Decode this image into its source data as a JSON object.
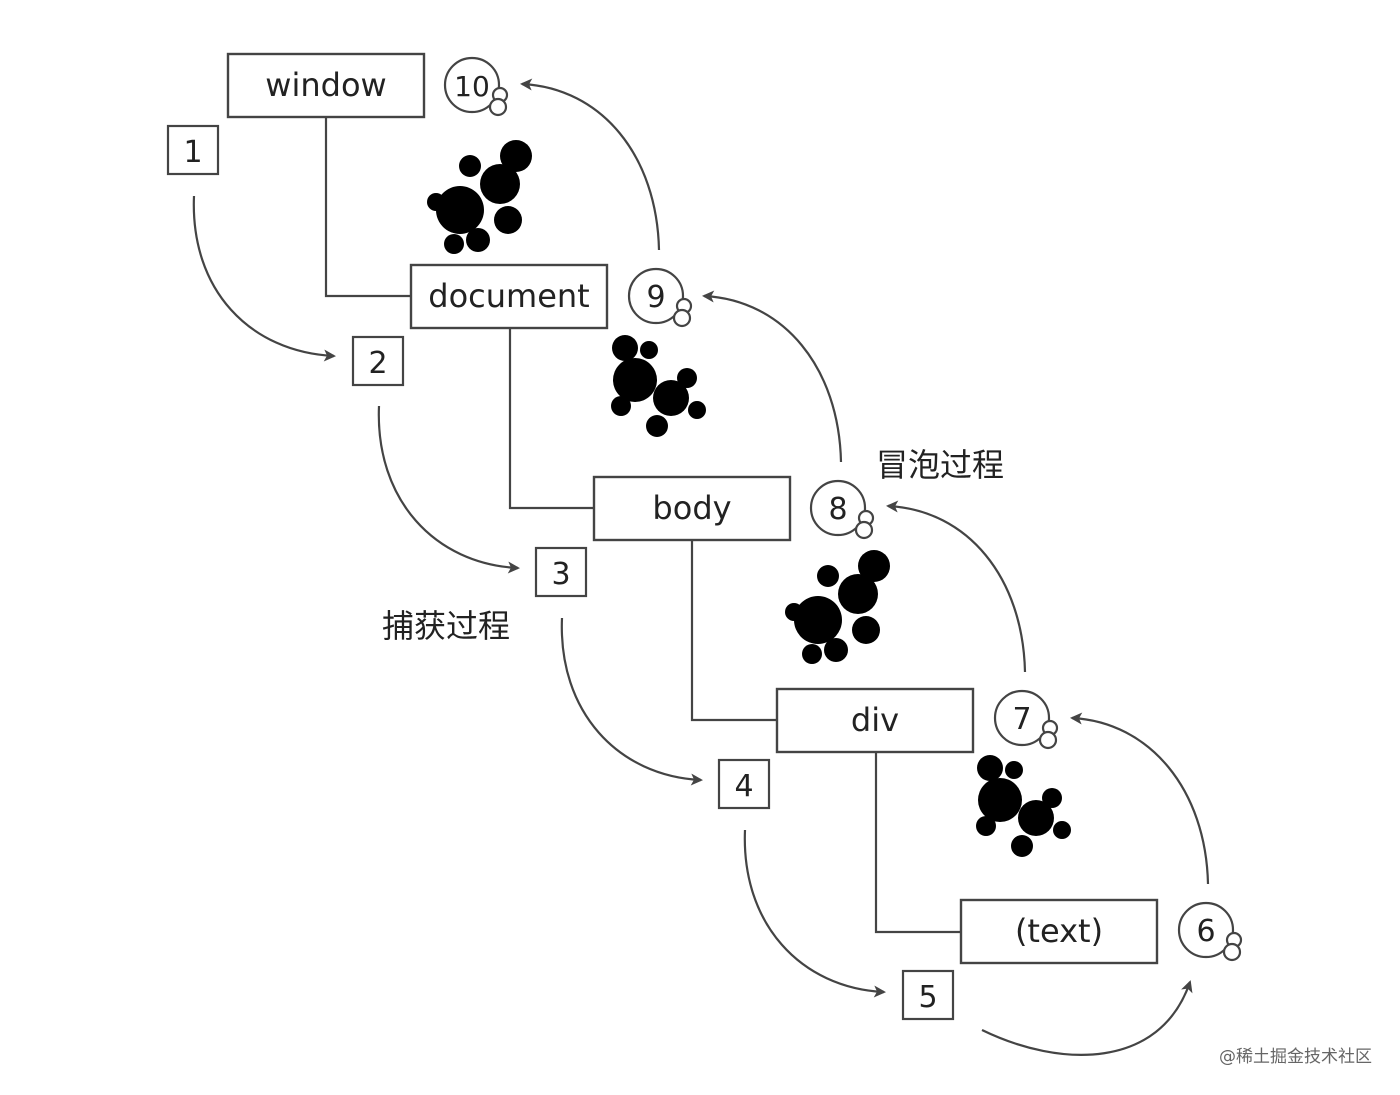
{
  "nodes": [
    {
      "label": "window"
    },
    {
      "label": "document"
    },
    {
      "label": "body"
    },
    {
      "label": "div"
    },
    {
      "label": "(text)"
    }
  ],
  "capture_steps": [
    "1",
    "2",
    "3",
    "4",
    "5"
  ],
  "bubble_steps": [
    "6",
    "7",
    "8",
    "9",
    "10"
  ],
  "labels": {
    "capture_phase": "捕获过程",
    "bubble_phase": "冒泡过程"
  },
  "watermark": "@稀土掘金技术社区",
  "colors": {
    "stroke": "#444444",
    "text": "#222222",
    "background": "#ffffff"
  }
}
